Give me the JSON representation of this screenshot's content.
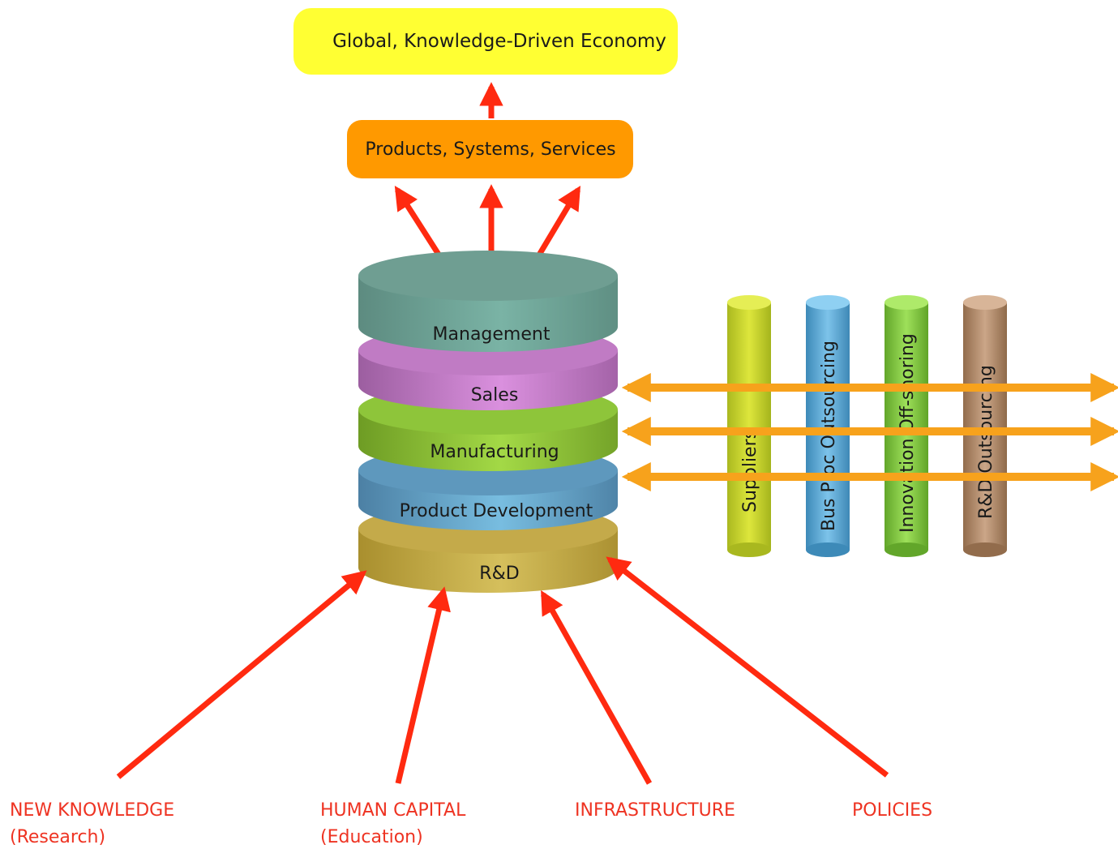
{
  "top_box": {
    "label": "Global, Knowledge-Driven Economy"
  },
  "products_box": {
    "label": "Products, Systems, Services"
  },
  "stack_layers": [
    {
      "label": "Management"
    },
    {
      "label": "Sales"
    },
    {
      "label": "Manufacturing"
    },
    {
      "label": "Product Development"
    },
    {
      "label": "R&D"
    }
  ],
  "pillars": [
    {
      "label": "Suppliers"
    },
    {
      "label": "Bus Proc Outsourcing"
    },
    {
      "label": "Innovation Off-shoring"
    },
    {
      "label": "R&D Outsourcing"
    }
  ],
  "inputs": [
    {
      "line1": "NEW KNOWLEDGE",
      "line2": "(Research)"
    },
    {
      "line1": "HUMAN CAPITAL",
      "line2": "(Education)"
    },
    {
      "line1": "INFRASTRUCTURE",
      "line2": ""
    },
    {
      "line1": "POLICIES",
      "line2": ""
    }
  ],
  "colors": {
    "arrow_red": "#ff2a10",
    "arrow_orange": "#f7a21c",
    "top_box_fill": "#ffff33",
    "products_box_fill": "#ff9900",
    "label_red": "#ee3322"
  }
}
